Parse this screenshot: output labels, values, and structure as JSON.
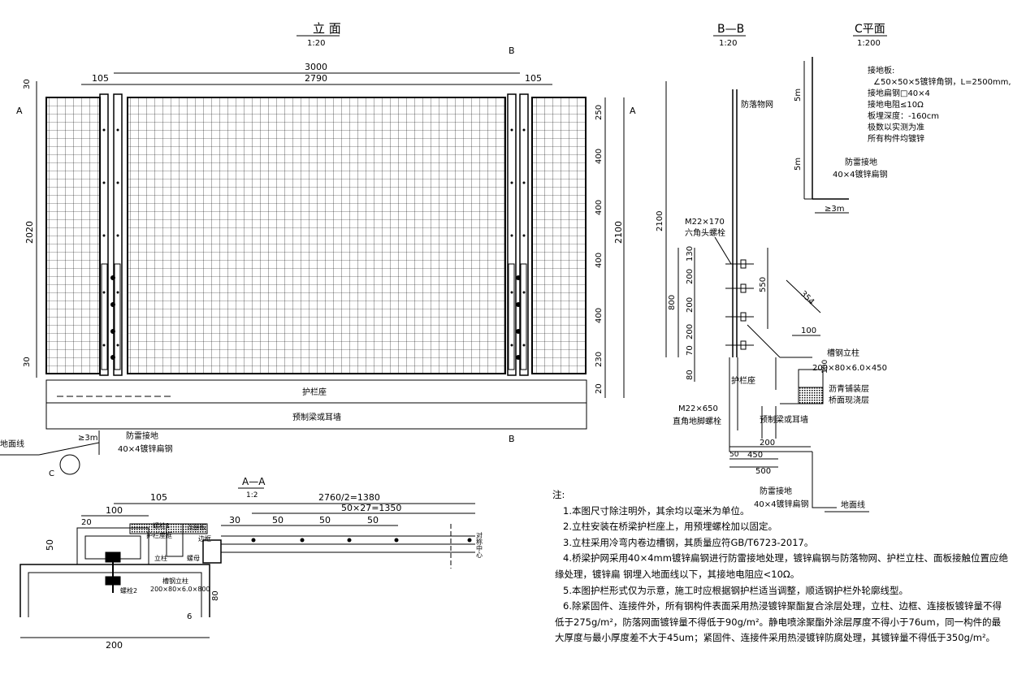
{
  "elevation": {
    "title": "立 面",
    "scale": "1:20",
    "dims": {
      "overall_width": "3000",
      "inner_width": "2790",
      "left_post": "105",
      "right_post": "105",
      "height_total": "2020",
      "top_gap": "30",
      "bottom_gap": "30",
      "right_total": "2100",
      "r250": "250",
      "r400a": "400",
      "r400b": "400",
      "r400c": "400",
      "r400d": "400",
      "r230": "230",
      "r20": "20"
    },
    "section_marks": {
      "a": "A",
      "b": "B"
    },
    "labels": {
      "guard_base": "护栏座",
      "beam": "预制梁或耳墙",
      "ground": "地面线",
      "lightning": "防雷接地",
      "steel": "40×4镀锌扁钢",
      "ge3m": "≥3m",
      "c": "C"
    }
  },
  "bb": {
    "title": "B—B",
    "scale": "1:20",
    "labels": {
      "fence": "防落物网",
      "bolt_top": "M22×170",
      "bolt_top2": "六角头螺栓",
      "channel": "槽钢立柱",
      "channel_spec": "200×80×6.0×450",
      "asphalt": "沥青铺装层",
      "concrete": "桥面现浇层",
      "guard_base": "护栏座",
      "bolt_bot": "M22×650",
      "bolt_bot2": "直角地脚螺栓",
      "beam": "预制梁或耳墙",
      "lightning": "防雷接地",
      "steel": "40×4镀锌扁钢",
      "ground": "地面线"
    },
    "dims": {
      "h2100": "2100",
      "h800": "800",
      "d130": "130",
      "d200a": "200",
      "d200b": "200",
      "d200c": "200",
      "d70": "70",
      "d80": "80",
      "d550": "550",
      "d354": "354",
      "d100": "100",
      "d100b": "100",
      "d200w": "200",
      "d450": "450",
      "d500": "500",
      "d50": "50"
    }
  },
  "cplan": {
    "title": "C平面",
    "scale": "1:200",
    "lines": [
      "接地板:",
      "∠50×50×5镀锌角钢，L=2500mm,",
      "接地扁钢□40×4",
      "接地电阻≤10Ω",
      "板埋深度：-160cm",
      "极数以实测为准",
      "所有构件均镀锌"
    ],
    "lightning": "防雷接地",
    "steel": "40×4镀锌扁钢",
    "d5m_a": "5m",
    "d5m_b": "5m",
    "ge3m": "≥3m"
  },
  "aa": {
    "title": "A—A",
    "scale": "1:2",
    "dims": {
      "d105": "105",
      "d100": "100",
      "d20": "20",
      "d50": "50",
      "d200": "200",
      "d6": "6",
      "d80": "80",
      "d30": "30",
      "d50a": "50",
      "d50b": "50",
      "d50c": "50",
      "half": "2760/2=1380",
      "span": "50×27=1350"
    },
    "labels": {
      "bolt1": "螺栓1",
      "plate": "连接板",
      "sides": "边框",
      "bracket": "护栏座框",
      "post": "立柱",
      "nut": "螺母",
      "bolt2": "螺栓2",
      "channel": "槽钢立柱",
      "channel_spec": "200×80×6.0×800",
      "center": "对称中心"
    }
  },
  "notes": {
    "heading": "注:",
    "items": [
      "1.本图尺寸除注明外，其余均以毫米为单位。",
      "2.立柱安装在桥梁护栏座上，用预埋螺栓加以固定。",
      "3.立柱采用冷弯内卷边槽钢，其质量应符GB/T6723-2017。",
      "4.桥梁护网采用40×4mm镀锌扁钢进行防雷接地处理，镀锌扁钢与防落物网、护栏立柱、面板接触位置应绝缘处理，镀锌扁 钢埋入地面线以下，其接地电阻应<10Ω。",
      "5.本图护栏形式仅为示意，施工时应根据钢护栏适当调整，顺适钢护栏外轮廓线型。",
      "6.除紧固件、连接件外，所有钢构件表面采用热浸镀锌聚酯复合涂层处理，立柱、边框、连接板镀锌量不得低于275g/m²，防落网面镀锌量不得低于90g/m²。静电喷涂聚酯外涂层厚度不得小于76um，同一构件的最大厚度与最小厚度差不大于45um；紧固件、连接件采用热浸镀锌防腐处理，其镀锌量不得低于350g/m²。"
    ]
  }
}
